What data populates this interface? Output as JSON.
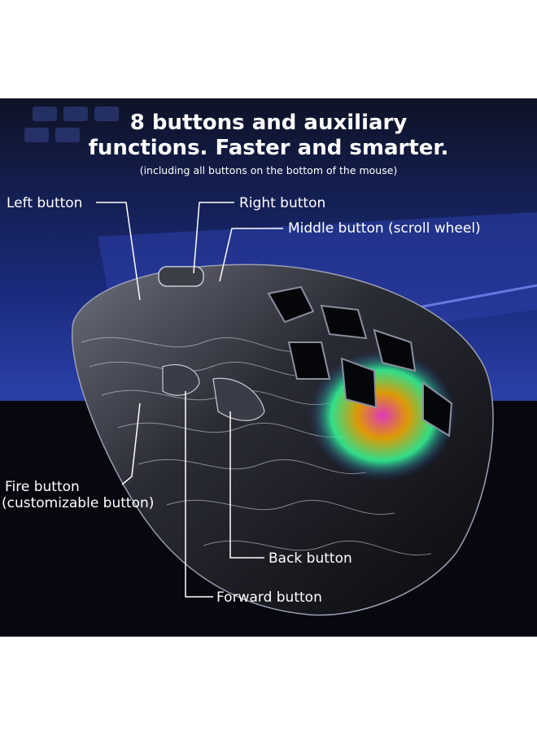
{
  "headline": {
    "line1": "8 buttons and auxiliary",
    "line2": "functions. Faster and smarter.",
    "note": "(including all buttons on the bottom of the mouse)"
  },
  "callouts": {
    "left_button": "Left button",
    "right_button": "Right button",
    "middle_button": "Middle button (scroll wheel)",
    "fire_button_line1": "Fire button",
    "fire_button_line2": "(customizable button)",
    "back_button": "Back button",
    "forward_button": "Forward button"
  },
  "colors": {
    "background": "#ffffff",
    "text": "#ffffff",
    "scene_blue": "#2a3fa8",
    "mouse_body": "#15161b"
  }
}
